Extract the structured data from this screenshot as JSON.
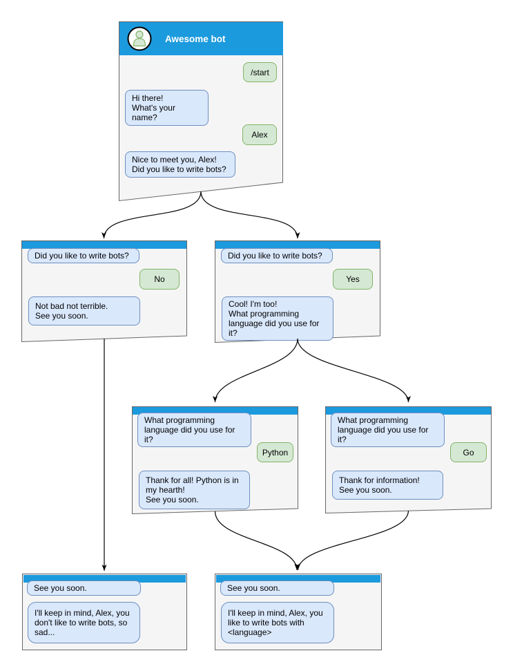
{
  "diagram": {
    "title": "Awesome bot",
    "colors": {
      "header_blue": "#1c9ade",
      "window_fill": "#f5f5f5",
      "window_border": "#666666",
      "bot_fill": "#dae8fc",
      "bot_border": "#6c8ebf",
      "user_fill": "#d5e8d4",
      "user_border": "#82b366",
      "edge": "#000000",
      "title_text": "#ffffff",
      "bubble_text": "#000000"
    },
    "icons": {
      "avatar": "person-icon"
    },
    "windows": {
      "root": {
        "title": "Awesome bot",
        "user_start": "/start",
        "bot_greet": "Hi there!\nWhat's your name?",
        "user_name": "Alex",
        "bot_ask": "Nice to meet you, Alex!\nDid you like to write bots?"
      },
      "branch_no": {
        "bot_question": "Did you like to write bots?",
        "user_answer": "No",
        "bot_reply": "Not bad not terrible.\nSee you soon."
      },
      "branch_yes": {
        "bot_question": "Did you like to write bots?",
        "user_answer": "Yes",
        "bot_reply": "Cool! I'm too!\nWhat programming\nlanguage did you use for it?"
      },
      "lang_python": {
        "bot_question": "What programming\nlanguage did you use for it?",
        "user_answer": "Python",
        "bot_reply": "Thank for all! Python is in\nmy hearth!\nSee you soon."
      },
      "lang_go": {
        "bot_question": "What programming\nlanguage did you use for it?",
        "user_answer": "Go",
        "bot_reply": "Thank for information!\nSee you soon."
      },
      "end_no": {
        "bot_question": "See you soon.",
        "bot_reply": "I'll keep in mind, Alex, you\ndon't like to write bots, so\nsad..."
      },
      "end_yes": {
        "bot_question": "See you soon.",
        "bot_reply": "I'll keep in mind, Alex, you\nlike to write bots with\n<language>"
      }
    },
    "edges": [
      {
        "from": "root",
        "to": "branch_no"
      },
      {
        "from": "root",
        "to": "branch_yes"
      },
      {
        "from": "branch_yes",
        "to": "lang_python"
      },
      {
        "from": "branch_yes",
        "to": "lang_go"
      },
      {
        "from": "branch_no",
        "to": "end_no"
      },
      {
        "from": "lang_python",
        "to": "end_yes"
      },
      {
        "from": "lang_go",
        "to": "end_yes"
      }
    ]
  }
}
